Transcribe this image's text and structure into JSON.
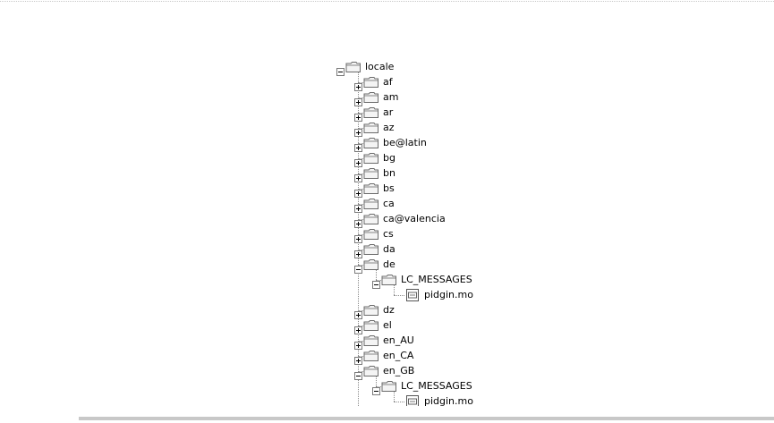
{
  "tree": {
    "root": "locale",
    "nodes": [
      {
        "label": "locale",
        "depth": 0,
        "type": "folder",
        "expanded": true,
        "icon": "folder-icon"
      },
      {
        "label": "af",
        "depth": 1,
        "type": "folder",
        "expanded": false,
        "icon": "folder-icon"
      },
      {
        "label": "am",
        "depth": 1,
        "type": "folder",
        "expanded": false,
        "icon": "folder-icon"
      },
      {
        "label": "ar",
        "depth": 1,
        "type": "folder",
        "expanded": false,
        "icon": "folder-icon"
      },
      {
        "label": "az",
        "depth": 1,
        "type": "folder",
        "expanded": false,
        "icon": "folder-icon"
      },
      {
        "label": "be@latin",
        "depth": 1,
        "type": "folder",
        "expanded": false,
        "icon": "folder-icon"
      },
      {
        "label": "bg",
        "depth": 1,
        "type": "folder",
        "expanded": false,
        "icon": "folder-icon"
      },
      {
        "label": "bn",
        "depth": 1,
        "type": "folder",
        "expanded": false,
        "icon": "folder-icon"
      },
      {
        "label": "bs",
        "depth": 1,
        "type": "folder",
        "expanded": false,
        "icon": "folder-icon"
      },
      {
        "label": "ca",
        "depth": 1,
        "type": "folder",
        "expanded": false,
        "icon": "folder-icon"
      },
      {
        "label": "ca@valencia",
        "depth": 1,
        "type": "folder",
        "expanded": false,
        "icon": "folder-icon"
      },
      {
        "label": "cs",
        "depth": 1,
        "type": "folder",
        "expanded": false,
        "icon": "folder-icon"
      },
      {
        "label": "da",
        "depth": 1,
        "type": "folder",
        "expanded": false,
        "icon": "folder-icon"
      },
      {
        "label": "de",
        "depth": 1,
        "type": "folder",
        "expanded": true,
        "icon": "folder-icon"
      },
      {
        "label": "LC_MESSAGES",
        "depth": 2,
        "type": "folder",
        "expanded": true,
        "icon": "folder-icon"
      },
      {
        "label": "pidgin.mo",
        "depth": 3,
        "type": "file",
        "icon": "mo-file-icon"
      },
      {
        "label": "dz",
        "depth": 1,
        "type": "folder",
        "expanded": false,
        "icon": "folder-icon"
      },
      {
        "label": "el",
        "depth": 1,
        "type": "folder",
        "expanded": false,
        "icon": "folder-icon"
      },
      {
        "label": "en_AU",
        "depth": 1,
        "type": "folder",
        "expanded": false,
        "icon": "folder-icon"
      },
      {
        "label": "en_CA",
        "depth": 1,
        "type": "folder",
        "expanded": false,
        "icon": "folder-icon"
      },
      {
        "label": "en_GB",
        "depth": 1,
        "type": "folder",
        "expanded": true,
        "icon": "folder-icon"
      },
      {
        "label": "LC_MESSAGES",
        "depth": 2,
        "type": "folder",
        "expanded": true,
        "icon": "folder-icon"
      },
      {
        "label": "pidgin.mo",
        "depth": 3,
        "type": "file",
        "icon": "mo-file-icon"
      },
      {
        "label": "",
        "depth": 1,
        "type": "folder",
        "expanded": false,
        "icon": "folder-icon"
      }
    ]
  },
  "colors": {
    "line": "#8a8a8a",
    "expander_border": "#7a7a7a",
    "folder_stroke": "#6b6b6b",
    "folder_fill": "#f4f4f4",
    "rule": "#c8c8c8"
  }
}
